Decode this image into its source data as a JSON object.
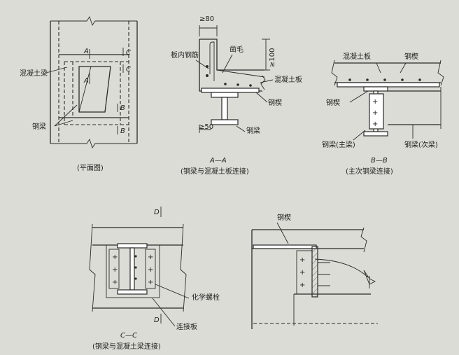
{
  "plan": {
    "label_concrete_beam": "混凝土梁",
    "label_steel_beam": "钢梁",
    "mark_A_top": "A",
    "mark_A_mid": "A",
    "mark_C_top": "C",
    "mark_C_mid": "C",
    "mark_B_top": "B",
    "mark_B_bottom": "B",
    "caption": "(平面图)"
  },
  "section_aa": {
    "dim_top": "≥80",
    "dim_side": "≥100",
    "dim_bottom": "≥50",
    "label_rebar": "板内钢筋",
    "label_chisel": "凿毛",
    "label_slab": "混凝土板",
    "label_steel_deck": "钢楔",
    "label_steel_beam": "钢梁",
    "title": "A—A",
    "caption": "(钢梁与混凝土板连接)"
  },
  "section_bb": {
    "label_slab": "混凝土板",
    "label_steel_deck_top": "钢楔",
    "label_steel_deck_left": "钢楔",
    "label_main_beam": "钢梁(主梁)",
    "label_secondary_beam": "钢梁(次梁)",
    "title": "B—B",
    "caption": "(主次钢梁连接)"
  },
  "section_cc": {
    "mark_D_top": "D",
    "mark_D_bottom": "D",
    "label_chem_bolt": "化学螺栓",
    "label_plate": "连接板",
    "title": "C—C",
    "caption": "(钢梁与混凝土梁连接)"
  },
  "section_dd": {
    "label_steel_deck": "钢楔"
  }
}
